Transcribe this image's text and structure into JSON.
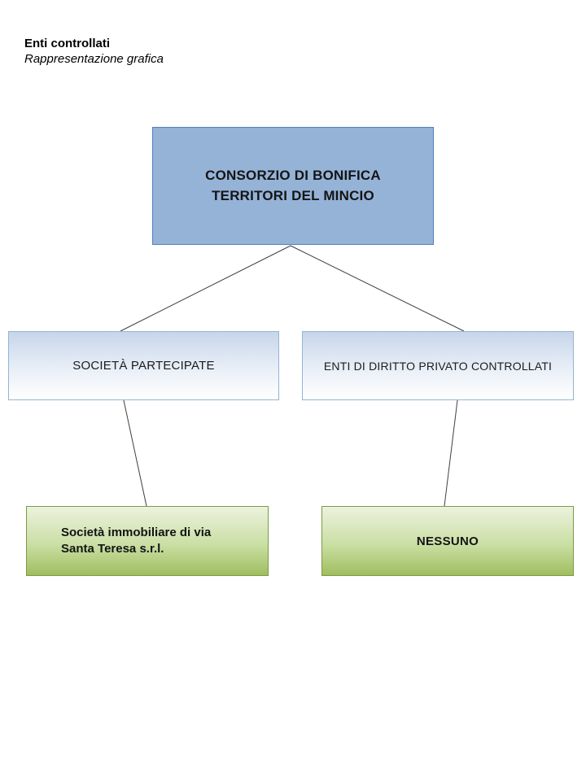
{
  "header": {
    "title": "Enti controllati",
    "subtitle": "Rappresentazione grafica"
  },
  "diagram": {
    "root": {
      "label": "CONSORZIO DI BONIFICA TERRITORI DEL MINCIO",
      "lines": [
        "CONSORZIO DI BONIFICA",
        "TERRITORI DEL MINCIO"
      ]
    },
    "children": [
      {
        "label": "SOCIETÀ PARTECIPATE"
      },
      {
        "label": "ENTI DI DIRITTO PRIVATO CONTROLLATI"
      }
    ],
    "leaves": [
      {
        "label": "Società immobiliare di via Santa Teresa s.r.l.",
        "lines": [
          "Società immobiliare di via",
          "Santa Teresa s.r.l."
        ]
      },
      {
        "label": "NESSUNO"
      }
    ],
    "edges": [
      {
        "from": "root",
        "to": "societa-partecipate"
      },
      {
        "from": "root",
        "to": "enti-diritto-privato-controllati"
      },
      {
        "from": "societa-partecipate",
        "to": "societa-immobiliare"
      },
      {
        "from": "enti-diritto-privato-controllati",
        "to": "nessuno"
      }
    ],
    "colors": {
      "root_fill": "#95b3d7",
      "root_border": "#4f81bd",
      "child_fill_top": "#c7d5ea",
      "child_fill_bottom": "#ffffff",
      "child_border": "#95b3d7",
      "leaf_fill_top": "#ecf2de",
      "leaf_fill_bottom": "#a0be60",
      "leaf_border": "#7c9a44",
      "connector": "#3f3f3f"
    }
  }
}
